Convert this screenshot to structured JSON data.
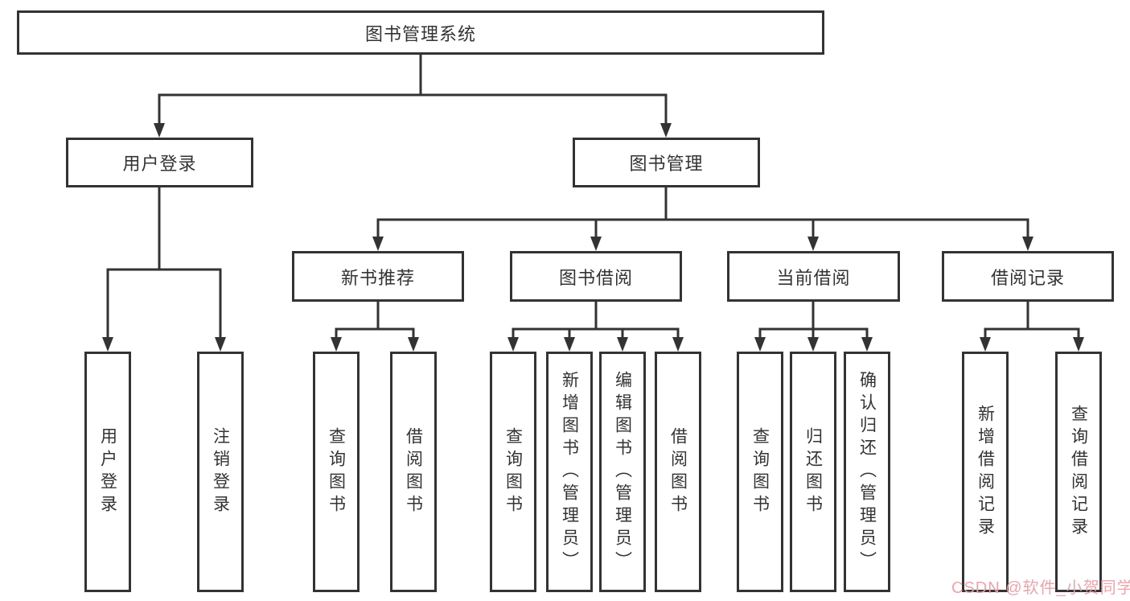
{
  "diagram": {
    "background": "#ffffff",
    "line_color": "#333333",
    "text_color": "#333333",
    "watermark": {
      "text": "CSDN @软件_小贺同学",
      "color": "#ee9ea6"
    },
    "nodes": {
      "root": "图书管理系统",
      "userLogin": "用户登录",
      "bookMgmt": "图书管理",
      "newBooks": "新书推荐",
      "bookBorrow": "图书借阅",
      "currentBorrow": "当前借阅",
      "borrowRecords": "借阅记录",
      "userLoginLeaf": "用户登录",
      "logoutLeaf": "注销登录",
      "nbQueryBooks": "查询图书",
      "nbBorrowBooks": "借阅图书",
      "bbQueryBooks": "查询图书",
      "bbAddBooks": "新增图书（管理员）",
      "bbEditBooks": "编辑图书（管理员）",
      "bbBorrowBooks": "借阅图书",
      "cbQueryBooks": "查询图书",
      "cbReturnBooks": "归还图书",
      "cbConfirmReturn": "确认归还（管理员）",
      "brAddRecord": "新增借阅记录",
      "brQueryRecord": "查询借阅记录"
    }
  }
}
